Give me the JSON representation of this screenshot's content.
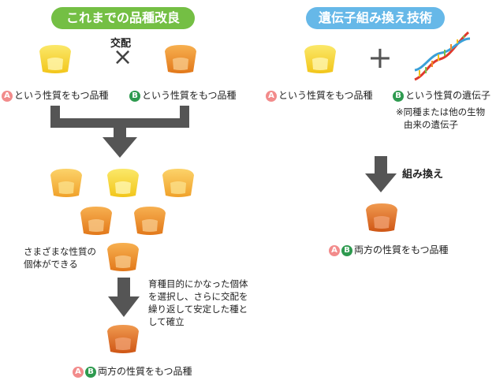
{
  "left": {
    "title": "これまでの品種改良",
    "cross_label": "交配",
    "cross_symbol": "×",
    "parent_a_label": "という性質をもつ品種",
    "parent_b_label": "という性質をもつ品種",
    "variety_note_line1": "さまざまな性質の",
    "variety_note_line2": "個体ができる",
    "selection_note": [
      "育種目的にかなった個体",
      "を選択し、さらに交配を",
      "繰り返して安定した種と",
      "して確立"
    ],
    "result_label": "両方の性質をもつ品種"
  },
  "right": {
    "title": "遺伝子組み換え技術",
    "plus_symbol": "+",
    "parent_a_label": "という性質をもつ品種",
    "gene_label": "という性質の遺伝子",
    "gene_note_line1": "※同種または他の生物",
    "gene_note_line2": "由来の遺伝子",
    "process_label": "組み換え",
    "result_label": "両方の性質をもつ品種"
  },
  "badges": {
    "a": "A",
    "b": "B"
  },
  "colors": {
    "left_title_bg": "#74bf44",
    "right_title_bg": "#66b8e8",
    "badge_a": "#f28b8b",
    "badge_b": "#2e9a4f",
    "arrow": "#555555",
    "kernel_yellow": "#f6d832",
    "kernel_light_orange": "#f3a93a",
    "kernel_orange": "#e8861a",
    "kernel_dark_orange": "#d8641a"
  },
  "icons": [
    "corn-kernel-icon",
    "dna-helix-icon",
    "down-arrow-icon",
    "merge-arrow-icon"
  ]
}
